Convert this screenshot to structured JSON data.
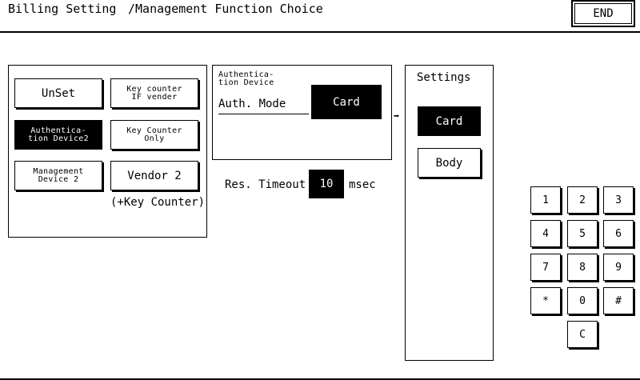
{
  "header": {
    "title": "Billing Setting",
    "subtitle": "/Management Function Choice",
    "end_label": "END"
  },
  "function_panel": {
    "unset": "UnSet",
    "key_counter_if_vender": "Key counter\nIF vender",
    "auth_device2": "Authentica-\ntion Device2",
    "key_counter_only": "Key Counter\nOnly",
    "management_device2": "Management\nDevice 2",
    "vendor2": "Vendor 2",
    "vendor2_note": "(+Key Counter)",
    "selected": "Authentica-\ntion Device2"
  },
  "auth_panel": {
    "title": "Authentica-\ntion Device",
    "mode_label": "Auth. Mode",
    "mode_value": "Card"
  },
  "timeout": {
    "label": "Res. Timeout",
    "value": "10",
    "unit": "msec"
  },
  "arrow": "➡",
  "settings_panel": {
    "title": "Settings",
    "options": [
      "Card",
      "Body"
    ],
    "selected": "Card"
  },
  "keypad": [
    "1",
    "2",
    "3",
    "4",
    "5",
    "6",
    "7",
    "8",
    "9",
    "*",
    "0",
    "#",
    "C"
  ]
}
